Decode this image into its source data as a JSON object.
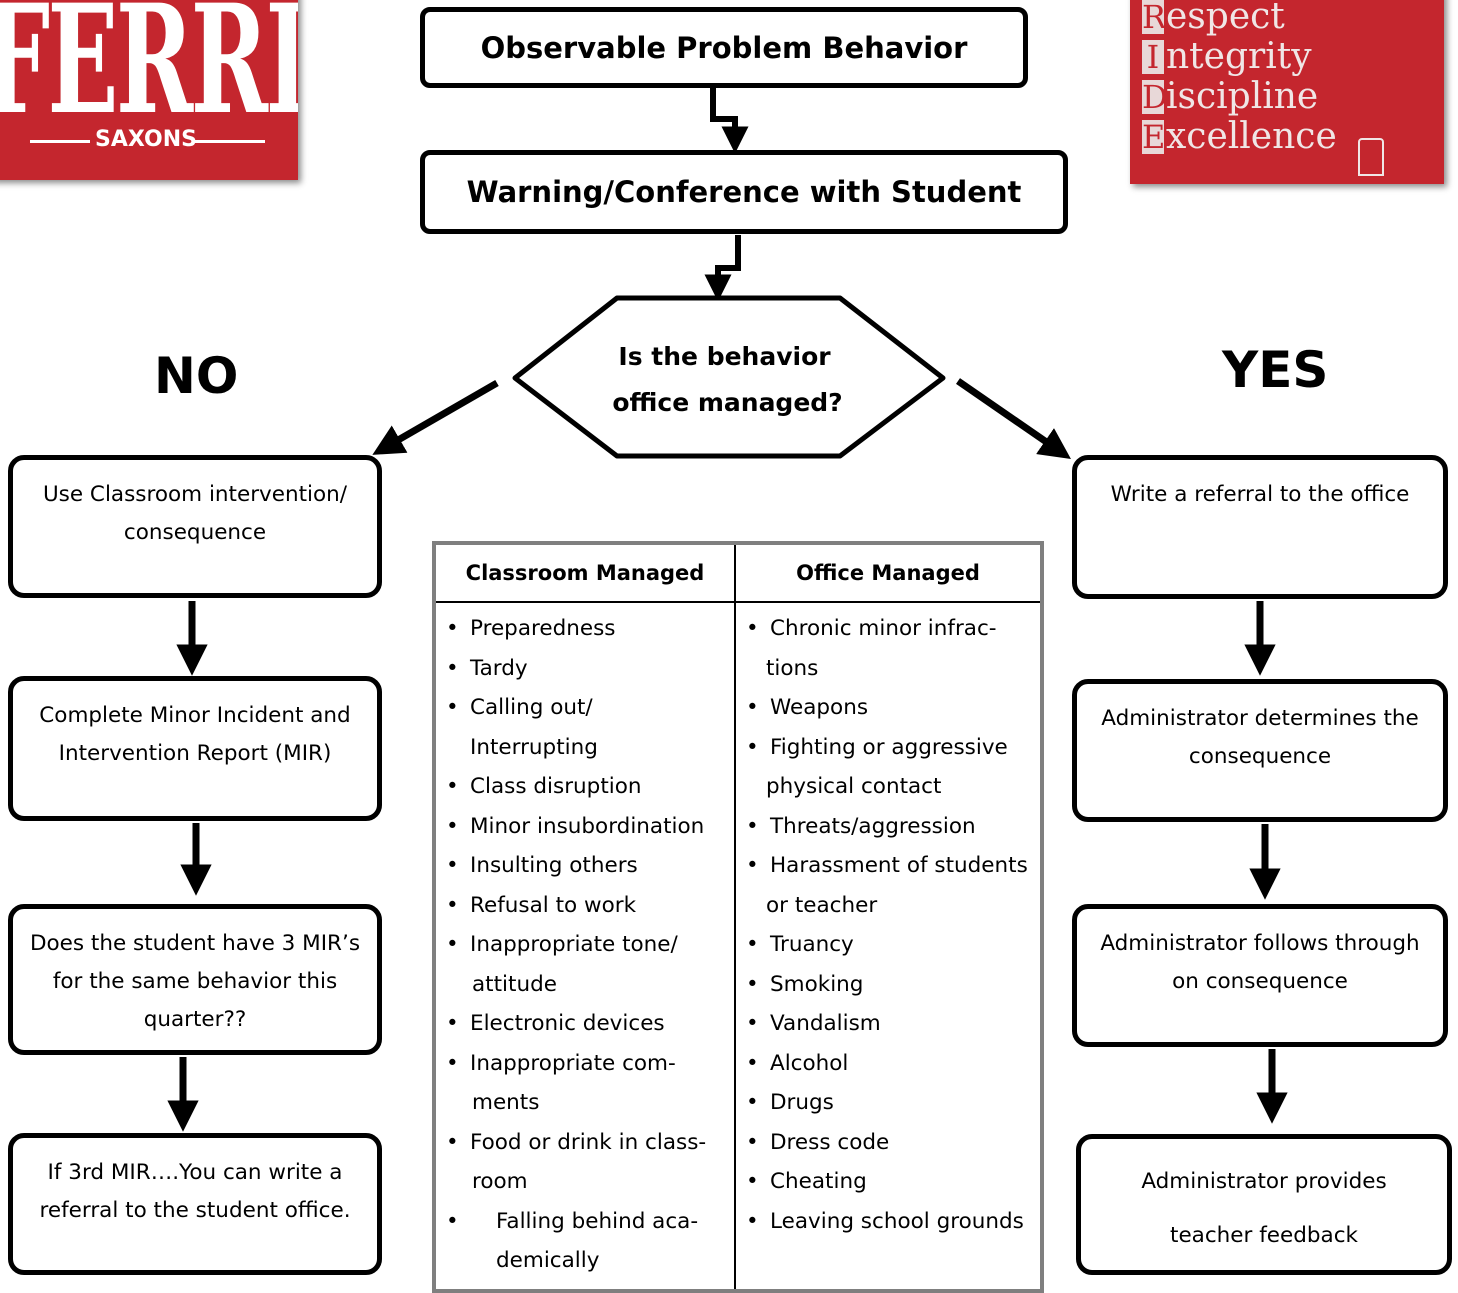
{
  "flow": {
    "top": "Observable  Problem Behavior",
    "warning": "Warning/Conference with Student",
    "decision_line1": "Is the behavior",
    "decision_line2": "office managed?",
    "no_label": "NO",
    "yes_label": "YES"
  },
  "no_branch": [
    {
      "line1": "Use Classroom intervention/",
      "line2": "consequence",
      "line3": ""
    },
    {
      "line1": "Complete Minor Incident and",
      "line2": "Intervention Report (MIR)",
      "line3": ""
    },
    {
      "line1": "Does the student have 3 MIR’s",
      "line2": "for the same behavior this",
      "line3": "quarter??"
    },
    {
      "line1": "If 3rd MIR….You can write a",
      "line2": "referral to the student office.",
      "line3": ""
    }
  ],
  "yes_branch": [
    {
      "line1": "Write a referral to the office",
      "line2": ""
    },
    {
      "line1": "Administrator determines the",
      "line2": "consequence"
    },
    {
      "line1": "Administrator follows through",
      "line2": "on consequence"
    },
    {
      "line1": "Administrator provides",
      "line2": "teacher feedback"
    }
  ],
  "table": {
    "col1_header": "Classroom Managed",
    "col2_header": "Office Managed",
    "col1_items": [
      "Preparedness",
      "Tardy",
      "Calling out/",
      "Interrupting",
      "Class disruption",
      "Minor insubordination",
      "Insulting others",
      "Refusal to work",
      "Inappropriate tone/",
      "attitude",
      "Electronic devices",
      "Inappropriate com-",
      "ments",
      "Food or drink in class-",
      "room",
      "Falling behind aca-",
      "demically"
    ],
    "col2_items": [
      "Chronic minor infrac-",
      "tions",
      "Weapons",
      "Fighting or aggressive",
      "physical contact",
      "Threats/aggression",
      "Harassment of students",
      "or teacher",
      "Truancy",
      "Smoking",
      "Vandalism",
      "Alcohol",
      "Drugs",
      "Dress code",
      "Cheating",
      "Leaving school grounds"
    ]
  },
  "logos": {
    "ferris_wordmark": "FERRIS",
    "saxons": "SAXONS",
    "ride_lines": [
      {
        "cap": "R",
        "rest": "espect"
      },
      {
        "cap": "I",
        "rest": "ntegrity"
      },
      {
        "cap": "D",
        "rest": "iscipline"
      },
      {
        "cap": "E",
        "rest": "xcellence"
      }
    ]
  },
  "colors": {
    "logo_red": "#c4262e",
    "table_border": "#7f7f7f"
  }
}
